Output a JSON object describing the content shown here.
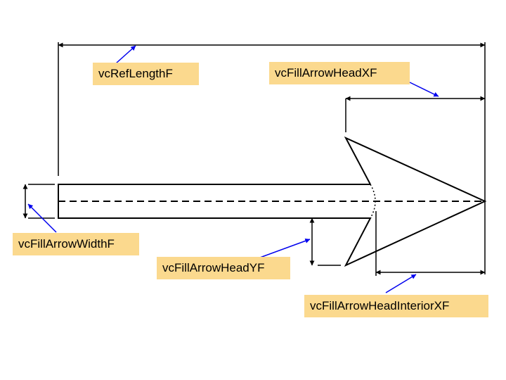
{
  "labels": {
    "ref_length": "vcRefLengthF",
    "head_x": "vcFillArrowHeadXF",
    "width": "vcFillArrowWidthF",
    "head_y": "vcFillArrowHeadYF",
    "head_interior_x": "vcFillArrowHeadInteriorXF"
  },
  "colors": {
    "label_bg": "#fbd98e",
    "pointer": "#0000ee",
    "line": "#000000"
  }
}
